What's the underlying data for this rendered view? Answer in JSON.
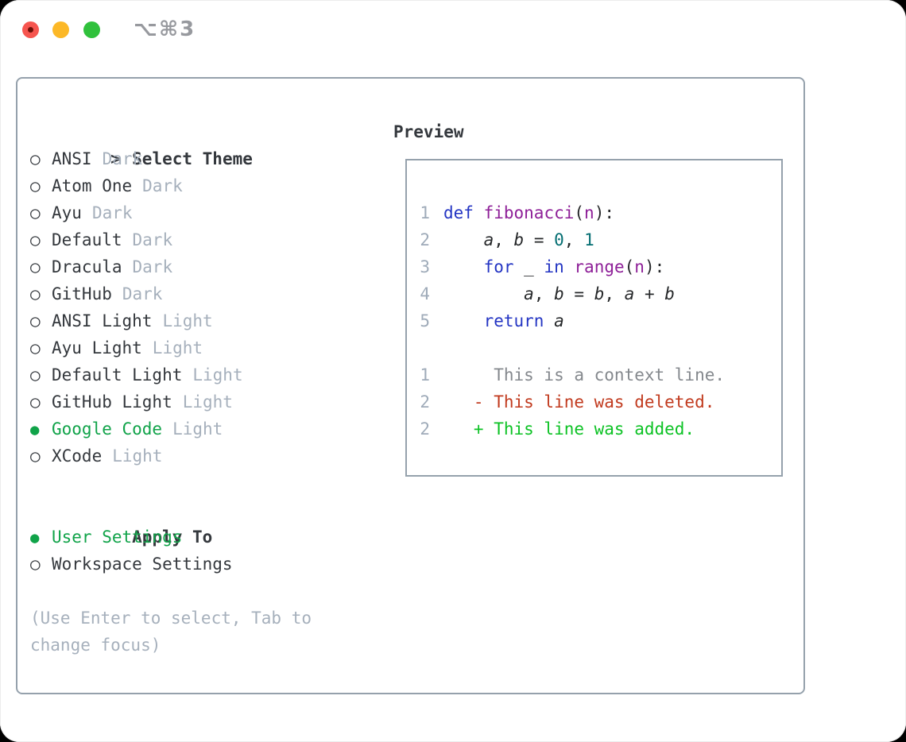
{
  "window": {
    "title": "⌥⌘3"
  },
  "markers": {
    "unselected": "○",
    "selected": "●",
    "focus": ">"
  },
  "colors": {
    "tl-red": "#f6554f",
    "tl-red-dot": "#6e0f07",
    "tl-yellow": "#fcb827",
    "tl-green": "#30c13c",
    "title-gray": "#97999e",
    "panel-border": "#95a1ac",
    "text-dark": "#34383d",
    "text-muted": "#a6b0bc",
    "accent-green": "#10a349",
    "ln-gray": "#9fabb9",
    "code-plain": "#26282a",
    "code-keyword": "#2435c3",
    "code-function": "#8e2098",
    "code-number": "#046e72",
    "diff-context": "#84888d",
    "diff-deleted": "#c13a1e",
    "diff-added": "#0cc224"
  },
  "sidebar": {
    "header": {
      "marker": ">",
      "label": "Select Theme"
    },
    "themes": [
      {
        "name": "ANSI",
        "variant": "Dark",
        "selected": false
      },
      {
        "name": "Atom One",
        "variant": "Dark",
        "selected": false
      },
      {
        "name": "Ayu",
        "variant": "Dark",
        "selected": false
      },
      {
        "name": "Default",
        "variant": "Dark",
        "selected": false
      },
      {
        "name": "Dracula",
        "variant": "Dark",
        "selected": false
      },
      {
        "name": "GitHub",
        "variant": "Dark",
        "selected": false
      },
      {
        "name": "ANSI Light",
        "variant": "Light",
        "selected": false
      },
      {
        "name": "Ayu Light",
        "variant": "Light",
        "selected": false
      },
      {
        "name": "Default Light",
        "variant": "Light",
        "selected": false
      },
      {
        "name": "GitHub Light",
        "variant": "Light",
        "selected": false
      },
      {
        "name": "Google Code",
        "variant": "Light",
        "selected": true
      },
      {
        "name": "XCode",
        "variant": "Light",
        "selected": false
      }
    ],
    "apply_to": {
      "label": "Apply To",
      "options": [
        {
          "name": "User Settings",
          "selected": true
        },
        {
          "name": "Workspace Settings",
          "selected": false
        }
      ]
    },
    "hint_lines": [
      "(Use Enter to select, Tab to",
      "change focus)"
    ]
  },
  "preview": {
    "label": "Preview",
    "lines": [
      {
        "num": "1",
        "segs": [
          [
            "kw",
            "def"
          ],
          [
            "pl",
            " "
          ],
          [
            "fn",
            "fibonacci"
          ],
          [
            "pl",
            "("
          ],
          [
            "fn",
            "n"
          ],
          [
            "pl",
            "):"
          ]
        ]
      },
      {
        "num": "2",
        "segs": [
          [
            "pl",
            "    "
          ],
          [
            "it",
            "a"
          ],
          [
            "pl",
            ", "
          ],
          [
            "it",
            "b"
          ],
          [
            "pl",
            " = "
          ],
          [
            "nm",
            "0"
          ],
          [
            "pl",
            ", "
          ],
          [
            "nm",
            "1"
          ]
        ]
      },
      {
        "num": "3",
        "segs": [
          [
            "pl",
            "    "
          ],
          [
            "kw",
            "for"
          ],
          [
            "pl",
            " _ "
          ],
          [
            "kw",
            "in"
          ],
          [
            "pl",
            " "
          ],
          [
            "fn",
            "range"
          ],
          [
            "pl",
            "("
          ],
          [
            "fn",
            "n"
          ],
          [
            "pl",
            "):"
          ]
        ]
      },
      {
        "num": "4",
        "segs": [
          [
            "pl",
            "        "
          ],
          [
            "it",
            "a"
          ],
          [
            "pl",
            ", "
          ],
          [
            "it",
            "b"
          ],
          [
            "pl",
            " = "
          ],
          [
            "it",
            "b"
          ],
          [
            "pl",
            ", "
          ],
          [
            "it",
            "a"
          ],
          [
            "pl",
            " + "
          ],
          [
            "it",
            "b"
          ]
        ]
      },
      {
        "num": "5",
        "segs": [
          [
            "pl",
            "    "
          ],
          [
            "kw",
            "return"
          ],
          [
            "pl",
            " "
          ],
          [
            "it",
            "a"
          ]
        ]
      },
      {
        "num": "",
        "segs": []
      },
      {
        "num": "1",
        "segs": [
          [
            "cx",
            "     This is a context line."
          ]
        ]
      },
      {
        "num": "2",
        "segs": [
          [
            "del",
            "   - This line was deleted."
          ]
        ]
      },
      {
        "num": "2",
        "segs": [
          [
            "add",
            "   + This line was added."
          ]
        ]
      }
    ]
  }
}
